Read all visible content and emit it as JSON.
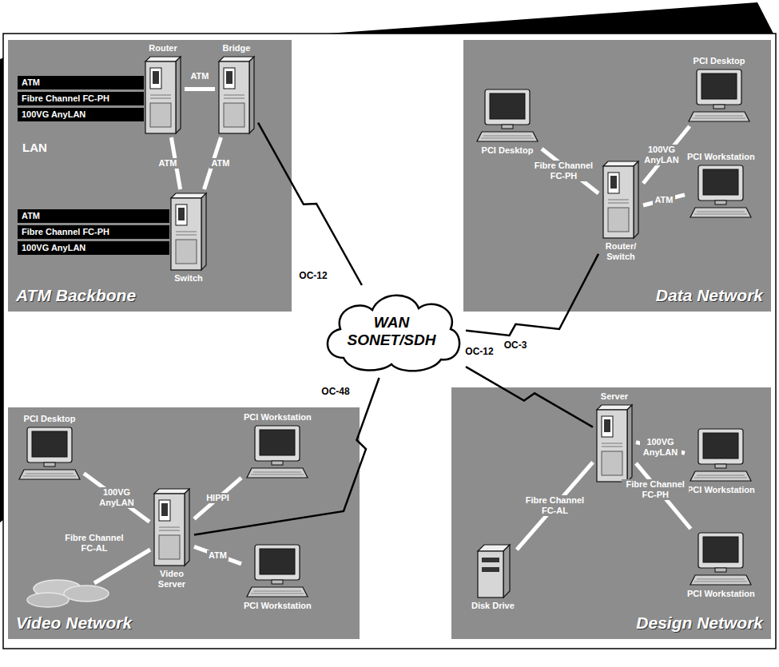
{
  "diagram": {
    "nodes": [
      {
        "text": [
          "ATM Backbone"
        ]
      },
      {
        "text": [
          "Router"
        ],
        "in": 0
      },
      {
        "text": [
          "Bridge"
        ],
        "in": 0
      },
      {
        "text": [
          "Switch"
        ],
        "in": 0
      },
      {
        "text": [
          "Data Network"
        ]
      },
      {
        "text": [
          "PCI Desktop"
        ],
        "in": 4
      },
      {
        "text": [
          "PCI Desktop"
        ],
        "in": 4
      },
      {
        "text": [
          "PCI Workstation"
        ],
        "in": 4
      },
      {
        "text": [
          "Router/ Switch"
        ],
        "in": 4
      },
      {
        "text": [
          "WAN SONET/SDH"
        ]
      },
      {
        "text": [
          "Video Network"
        ]
      },
      {
        "text": [
          "PCI Desktop"
        ],
        "in": 10
      },
      {
        "text": [
          "PCI Workstation"
        ],
        "in": 10
      },
      {
        "text": [
          "Video Server"
        ],
        "in": 10
      },
      {
        "text": [
          "PCI Workstation"
        ],
        "in": 10
      },
      {
        "text": [
          "Design Network"
        ]
      },
      {
        "text": [
          "Server"
        ],
        "in": 15
      },
      {
        "text": [
          "PCI Workstation"
        ],
        "in": 15
      },
      {
        "text": [
          "PCI Workstation"
        ],
        "in": 15
      },
      {
        "text": [
          "Disk Drive"
        ],
        "in": 15
      }
    ],
    "edges": [
      {
        "from": 1,
        "to": 2,
        "label": "ATM",
        "arrow": "none"
      },
      {
        "from": 1,
        "to": 3,
        "label": "ATM",
        "arrow": "none"
      },
      {
        "from": 2,
        "to": 3,
        "label": "ATM",
        "arrow": "none"
      },
      {
        "from": 2,
        "to": 9,
        "label": "OC-12",
        "arrow": "none"
      },
      {
        "from": 5,
        "to": 8,
        "label": "Fibre Channel FC-PH",
        "arrow": "none"
      },
      {
        "from": 6,
        "to": 8,
        "label": "100VG AnyLAN",
        "arrow": "none"
      },
      {
        "from": 7,
        "to": 8,
        "label": "ATM",
        "arrow": "none"
      },
      {
        "from": 8,
        "to": 9,
        "label": "OC-3",
        "arrow": "none"
      },
      {
        "from": 11,
        "to": 13,
        "label": "100VG AnyLAN",
        "arrow": "none"
      },
      {
        "from": 12,
        "to": 13,
        "label": "HIPPI",
        "arrow": "none"
      },
      {
        "from": 14,
        "to": 13,
        "label": "ATM",
        "arrow": "none"
      },
      {
        "from": 13,
        "to": 9,
        "label": "OC-48",
        "arrow": "none"
      },
      {
        "from": 16,
        "to": 17,
        "label": "100VG AnyLAN",
        "arrow": "none"
      },
      {
        "from": 16,
        "to": 18,
        "label": "Fibre Channel FC-PH",
        "arrow": "none"
      },
      {
        "from": 16,
        "to": 19,
        "label": "Fibre Channel FC-AL",
        "arrow": "none"
      },
      {
        "from": 16,
        "to": 9,
        "label": "OC-12",
        "arrow": "none"
      }
    ],
    "labels": [
      "LAN",
      "ATM",
      "Fibre Channel FC-PH",
      "100VG AnyLAN",
      "ATM",
      "Fibre Channel FC-PH",
      "100VG AnyLAN",
      "Fibre Channel FC-AL"
    ]
  }
}
